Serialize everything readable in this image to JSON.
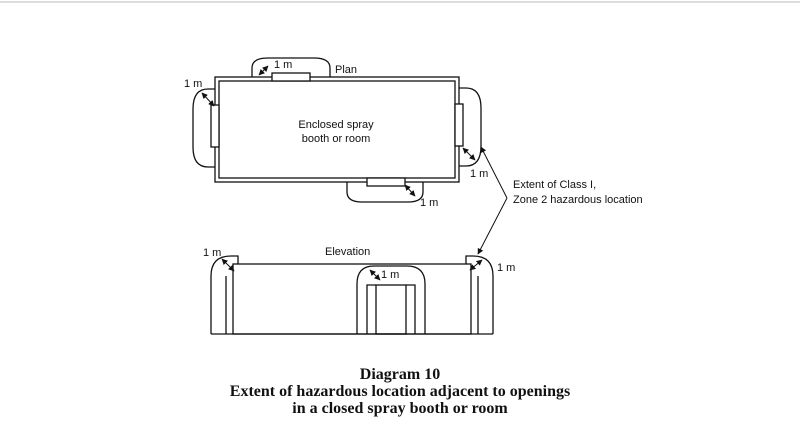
{
  "plan": {
    "title": "Plan",
    "room_label_line1": "Enclosed spray",
    "room_label_line2": "booth or room",
    "dim_top": "1 m",
    "dim_left": "1 m",
    "dim_right": "1 m",
    "dim_bottom": "1 m"
  },
  "elevation": {
    "title": "Elevation",
    "dim_left": "1 m",
    "dim_center": "1 m",
    "dim_right": "1 m"
  },
  "callout": {
    "line1": "Extent of Class I,",
    "line2": "Zone 2 hazardous location"
  },
  "caption": {
    "line1": "Diagram 10",
    "line2": "Extent of hazardous location adjacent to openings",
    "line3": "in a closed spray booth or room"
  },
  "colors": {
    "ink": "#111111",
    "background": "#ffffff"
  }
}
